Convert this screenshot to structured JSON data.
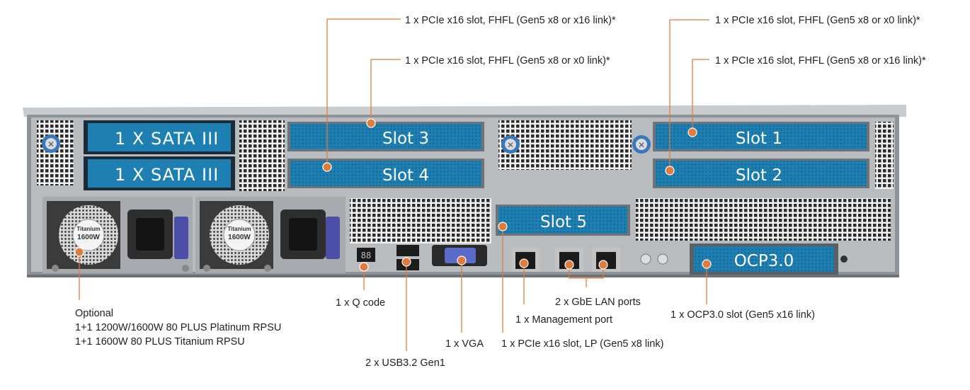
{
  "colors": {
    "accent": "#e07b39",
    "slot_blue": "#1e7fb3",
    "chassis": "#8e9397"
  },
  "slots": {
    "slot1": "Slot 1",
    "slot2": "Slot 2",
    "slot3": "Slot 3",
    "slot4": "Slot 4",
    "slot5": "Slot 5",
    "ocp": "OCP3.0",
    "sata1": "1 X SATA III",
    "sata2": "1 X SATA III"
  },
  "psu": {
    "model": "Titanium",
    "watt": "1600W"
  },
  "callouts": {
    "slot4_top": "1 x PCIe x16 slot, FHFL (Gen5 x8 or x16 link)*",
    "slot3": "1 x PCIe x16 slot, FHFL (Gen5 x8 or x0 link)*",
    "slot2_top": "1 x PCIe x16 slot, FHFL (Gen5 x8 or x0 link)*",
    "slot1": "1 x PCIe x16 slot, FHFL (Gen5 x8 or x16 link)*",
    "psu_line1": "Optional",
    "psu_line2": "1+1 1200W/1600W 80 PLUS Platinum RPSU",
    "psu_line3": "1+1 1600W 80 PLUS Titanium RPSU",
    "qcode": "1 x Q code",
    "usb": "2 x USB3.2 Gen1",
    "vga": "1 x VGA",
    "slot5": "1 x PCIe x16 slot, LP (Gen5 x8 link)",
    "mgmt": "1 x Management port",
    "lan": "2 x GbE LAN ports",
    "ocp": "1 x OCP3.0 slot (Gen5 x16 link)"
  }
}
